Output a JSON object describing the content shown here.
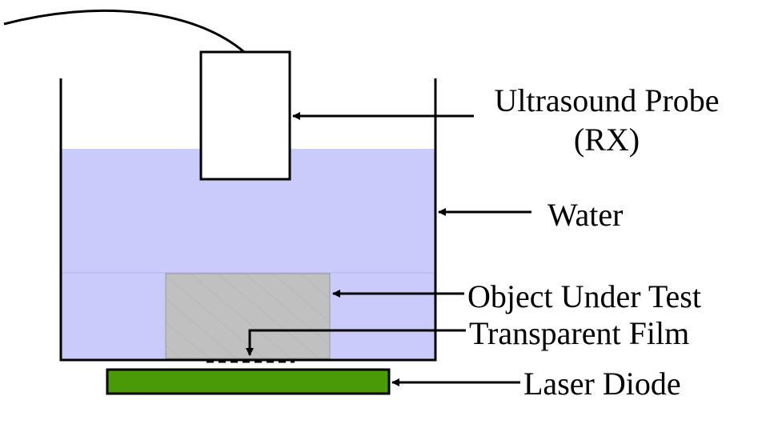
{
  "labels": {
    "probe_line1": "Ultrasound Probe",
    "probe_line2": "(RX)",
    "water": "Water",
    "object": "Object Under Test",
    "film": "Transparent Film",
    "laser": "Laser Diode"
  },
  "colors": {
    "water": "#cbcbfb",
    "object": "#c0c0c0",
    "laser": "#4a9a08",
    "stroke": "#000000"
  }
}
